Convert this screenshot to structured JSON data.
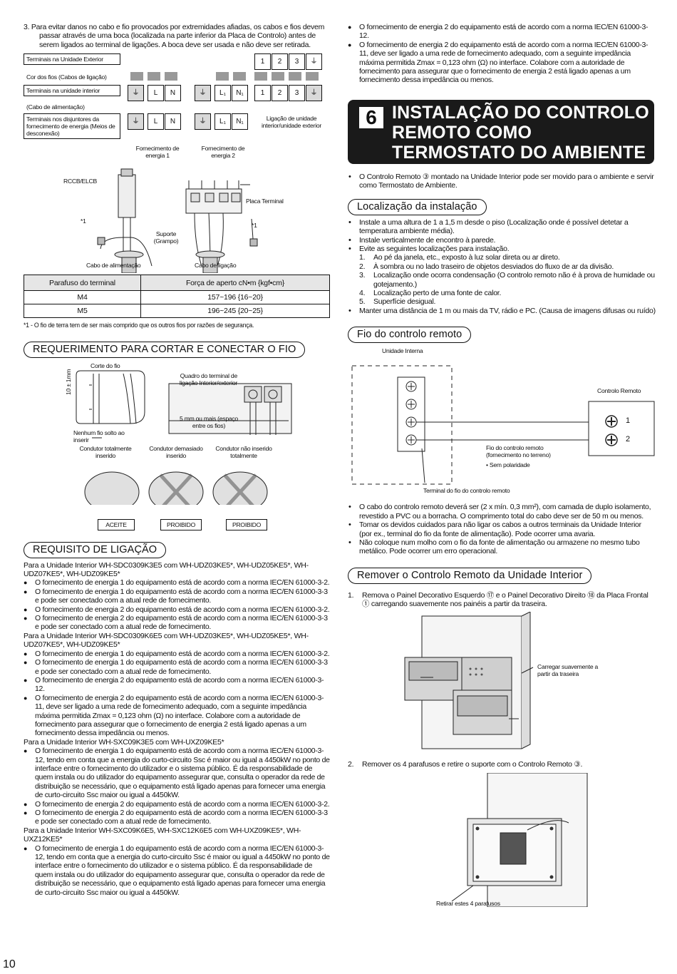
{
  "page_number": "10",
  "left": {
    "intro": "3.   Para evitar danos no cabo e fio provocados por extremidades afiadas, os cabos e fios devem passar através de uma boca (localizada na parte inferior da Placa de Controlo) antes de serem ligados ao terminal de ligações. A boca deve ser usada e não deve ser retirada.",
    "wiring": {
      "outdoor_terminals": "Terminais na Unidade Exterior",
      "wire_color": "Cor dos fios (Cabos de ligação)",
      "indoor_terminals": "Terminais na unidade interior",
      "power_cable": "(Cabo de alimentação)",
      "breaker_terminals": "Terminais nos disjuntores da fornecimento de energia (Meios de desconexão)",
      "supply1": "Fornecimento de energia 1",
      "supply2": "Fornecimento de energia 2",
      "connection": "Ligação de unidade interior/unidade exterior",
      "t1": "1",
      "t2": "2",
      "t3": "3",
      "tL": "L",
      "tN": "N",
      "tL1": "L₁",
      "tN1": "N₁",
      "rccb": "RCCB/ELCB",
      "terminal_board": "Placa Terminal",
      "star1": "*1",
      "bracket": "Suporte (Grampo)",
      "power_cable2": "Cabo de alimentação",
      "link_cable": "Cabo de ligação"
    },
    "torque_table": {
      "header": [
        "Parafuso do terminal",
        "Força de aperto cN•m {kgf•cm}"
      ],
      "rows": [
        [
          "M4",
          "157~196 {16~20}"
        ],
        [
          "M5",
          "196~245 {20~25}"
        ]
      ]
    },
    "footnote": "*1 - O fio de terra tem de ser mais comprido que os outros fios por razões de segurança.",
    "cut_heading": "REQUERIMENTO PARA CORTAR E CONECTAR O FIO",
    "cut": {
      "wire_cut": "Corte do fio",
      "dim": "10 ± 1mm",
      "no_loose": "Nenhum fio solto ao inserir",
      "board": "Quadro do terminal de ligação Interior/exterior",
      "gap": "5 mm ou mais (espaço entre os fios)",
      "c1": "Condutor totalmente inserido",
      "c2": "Condutor demasiado inserido",
      "c3": "Condutor não inserido totalmente",
      "accept": "ACEITE",
      "forbid1": "PROIBIDO",
      "forbid2": "PROIBIDO"
    },
    "link_heading": "REQUISITO DE LIGAÇÃO",
    "link_text": [
      {
        "t": "p",
        "v": "Para a Unidade Interior WH-SDC0309K3E5 com WH-UDZ03KE5*, WH-UDZ05KE5*, WH-UDZ07KE5*, WH-UDZ09KE5*"
      },
      {
        "t": "b",
        "v": "O fornecimento de energia 1 do equipamento está de acordo com a norma IEC/EN 61000-3-2."
      },
      {
        "t": "b",
        "v": "O fornecimento de energia 1 do equipamento está de acordo com a norma IEC/EN 61000-3-3 e pode ser conectado com a atual rede de fornecimento."
      },
      {
        "t": "b",
        "v": "O fornecimento de energia 2 do equipamento está de acordo com a norma IEC/EN 61000-3-2."
      },
      {
        "t": "b",
        "v": "O fornecimento de energia 2 do equipamento está de acordo com a norma IEC/EN 61000-3-3 e pode ser conectado com a atual rede de fornecimento."
      },
      {
        "t": "p",
        "v": "Para a Unidade Interior WH-SDC0309K6E5 com WH-UDZ03KE5*, WH-UDZ05KE5*, WH-UDZ07KE5*, WH-UDZ09KE5*"
      },
      {
        "t": "b",
        "v": "O fornecimento de energia 1 do equipamento está de acordo com a norma IEC/EN 61000-3-2."
      },
      {
        "t": "b",
        "v": "O fornecimento de energia 1 do equipamento está de acordo com a norma IEC/EN 61000-3-3 e pode ser conectado com a atual rede de fornecimento."
      },
      {
        "t": "b",
        "v": "O fornecimento de energia 2 do equipamento está de acordo com a norma IEC/EN 61000-3-12."
      },
      {
        "t": "b",
        "v": "O fornecimento de energia 2 do equipamento está de acordo com a norma IEC/EN 61000-3-11, deve ser ligado a uma rede de fornecimento adequado, com a seguinte impedância máxima permitida Zmax = 0,123 ohm (Ω) no interface. Colabore com a autoridade de fornecimento para assegurar que o fornecimento de energia 2 está ligado apenas a um fornecimento dessa impedância ou menos."
      },
      {
        "t": "p",
        "v": "Para a Unidade Interior WH-SXC09K3E5 com WH-UXZ09KE5*"
      },
      {
        "t": "b",
        "v": "O fornecimento de energia 1 do equipamento está de acordo com a norma IEC/EN 61000-3-12, tendo em conta que a energia do curto-circuito Ssc é maior ou igual a 4450kW no ponto de interface entre o fornecimento do utilizador e o sistema público. É da responsabilidade de quem instala ou do utilizador do equipamento assegurar que, consulta o operador da rede de distribuição se necessário, que o equipamento está ligado apenas para fornecer uma energia de curto-circuito Ssc maior ou igual a 4450kW."
      },
      {
        "t": "b",
        "v": "O fornecimento de energia 2 do equipamento está de acordo com a norma IEC/EN 61000-3-2."
      },
      {
        "t": "b",
        "v": "O fornecimento de energia 2 do equipamento está de acordo com a norma IEC/EN 61000-3-3 e pode ser conectado com a atual rede de fornecimento."
      },
      {
        "t": "p",
        "v": "Para a Unidade Interior WH-SXC09K6E5, WH-SXC12K6E5 com WH-UXZ09KE5*, WH-UXZ12KE5*"
      },
      {
        "t": "b",
        "v": "O fornecimento de energia 1 do equipamento está de acordo com a norma IEC/EN 61000-3-12, tendo em conta que a energia do curto-circuito Ssc é maior ou igual a 4450kW no ponto de interface entre o fornecimento do utilizador e o sistema público. É da responsabilidade de quem instala ou do utilizador do equipamento assegurar que, consulta o operador da rede de distribuição se necessário, que o equipamento está ligado apenas para fornecer uma energia de curto-circuito Ssc maior ou igual a 4450kW."
      }
    ]
  },
  "right": {
    "top_bullets": [
      "O fornecimento de energia 2 do equipamento está de acordo com a norma IEC/EN 61000-3-12.",
      "O fornecimento de energia 2 do equipamento está de acordo com a norma IEC/EN 61000-3-11, deve ser ligado a uma rede de fornecimento adequado, com a seguinte impedância máxima permitida Zmax = 0,123 ohm (Ω) no interface. Colabore com a autoridade de fornecimento para assegurar que o fornecimento de energia 2 está ligado apenas a um fornecimento dessa impedância ou menos."
    ],
    "section_number": "6",
    "section_title": "INSTALAÇÃO DO CONTROLO REMOTO COMO TERMOSTATO DO AMBIENTE",
    "intro": "O Controlo Remoto ③ montado na Unidade Interior pode ser movido para o ambiente e servir como Termostato de Ambiente.",
    "loc_heading": "Localização da instalação",
    "loc_items": [
      {
        "t": "d",
        "v": "Instale a uma altura de 1 a 1,5 m desde o piso (Localização onde é possível detetar a temperatura ambiente média)."
      },
      {
        "t": "d",
        "v": "Instale verticalmente de encontro à parede."
      },
      {
        "t": "d",
        "v": "Evite as seguintes localizações para instalação."
      },
      {
        "t": "n",
        "n": "1.",
        "v": "Ao pé da janela, etc., exposto à luz solar direta ou ar direto."
      },
      {
        "t": "n",
        "n": "2.",
        "v": "À sombra ou no lado traseiro de objetos desviados do fluxo de ar da divisão."
      },
      {
        "t": "n",
        "n": "3.",
        "v": "Localização onde ocorra condensação (O controlo remoto não é à prova de humidade ou gotejamento.)"
      },
      {
        "t": "n",
        "n": "4.",
        "v": "Localização perto de uma fonte de calor."
      },
      {
        "t": "n",
        "n": "5.",
        "v": "Superfície desigual."
      },
      {
        "t": "d",
        "v": "Manter uma distância de 1 m ou mais da TV, rádio e PC. (Causa de imagens difusas ou ruído)"
      }
    ],
    "wire_heading": "Fio do controlo remoto",
    "wire": {
      "indoor": "Unidade Interna",
      "remote": "Controlo Remoto",
      "one": "1",
      "two": "2",
      "wire_label": "Fio do controlo remoto (fornecimento no terreno)",
      "polarity": "•  Sem polaridade",
      "terminal": "Terminal do fio do controlo remoto"
    },
    "wire_bullets": [
      "O cabo do controlo remoto deverá ser (2 x mín. 0,3 mm²), com camada de duplo isolamento, revestido a PVC ou a borracha. O comprimento total do cabo deve ser de 50 m ou menos.",
      "Tomar os devidos cuidados para não ligar os cabos a outros terminais da Unidade Interior (por ex., terminal do fio da fonte de alimentação). Pode ocorrer uma avaria.",
      "Não coloque num molho com o fio da fonte de alimentação ou armazene no mesmo tubo metálico. Pode ocorrer um erro operacional."
    ],
    "remove_heading": "Remover o Controlo Remoto da Unidade Interior",
    "step1_n": "1.",
    "step1": "Remova o Painel Decorativo Esquerdo ⑰ e o Painel Decorativo Direito ⑱ da Placa Frontal ① carregando suavemente nos painéis a partir da traseira.",
    "press_label": "Carregar suavemente a partir da traseira",
    "step2_n": "2.",
    "step2": "Remover os 4 parafusos e retire o suporte com o Controlo Remoto ③.",
    "screws_label": "Retirar estes 4 parafusos"
  }
}
